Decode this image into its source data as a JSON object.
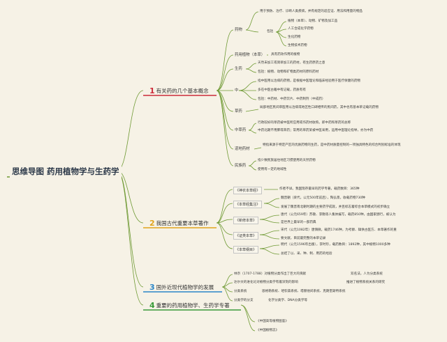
{
  "title": "思维导图 药用植物学与生药学",
  "colors": {
    "b1": "#cc2a39",
    "b2": "#e0a31b",
    "b3": "#2a86c8",
    "b4": "#3a9a3a",
    "line": "#6f9a34"
  },
  "branches": [
    {
      "num": "1",
      "label": "有关药的几个基本概念"
    },
    {
      "num": "2",
      "label": "我国古代重要本草著作"
    },
    {
      "num": "3",
      "label": "国外近现代植物学的发展"
    },
    {
      "num": "4",
      "label": "重要的药用植物学、生药学专著"
    }
  ],
  "b1": {
    "yao": {
      "label": "药物",
      "use": "用于预防、治疗、诊断人类疾病，并有规定的适应证、用法和用量的物品",
      "include": "包括",
      "items": [
        "植物（本草）、动物、矿物及加工品",
        "人工合成化学药物",
        "生化药物",
        "生物技术药物"
      ]
    },
    "yyzw": {
      "label": "药用植物（本草）",
      "desc": "具有药效作用的植物"
    },
    "shengyao": {
      "label": "生药",
      "items": [
        "天然未加工或简单加工的药材，有生药原药之意",
        "包括：植物、动物和矿物类药材的原料药材"
      ]
    },
    "zhong": {
      "label": "中",
      "items": [
        "指中医用以治病的药物，是根据中医理论和临床经验用于医疗保健的药物",
        "多在中医古籍中有记载，药质有有",
        "包括：中药材、中药饮片、中药制剂（中成药）"
      ]
    },
    "caoyao": {
      "label": "草药",
      "desc": "局部地区民间草医用以治病或地区性口碑相传的民间药，其中也有基本草记载的药物"
    },
    "zhongcaoyao": {
      "label": "中草药",
      "items": [
        "行政较好的草药被中医所应用或作药材收购，即中药和草药的总称",
        "中药北期不用肺或草药；常用的草药某被中医采用，运用中医理论指导，亦为中药"
      ]
    },
    "daodi": {
      "label": "道地药材",
      "desc": "特指来源于特定产区的优质药物的生药，是中药材质量控制的一项独具特色的综合判别标准的体现"
    },
    "minzu": {
      "label": "民族药",
      "items": [
        "指少数民族居住地区习惯使用的天然药物",
        "使用有一定的地域性"
      ]
    }
  },
  "b2": [
    {
      "label": "《神农本草经》",
      "lines": [
        "作者不详。我国现存最早的药学专著，载药数目：365种"
      ]
    },
    {
      "label": "《本草经集注》",
      "lines": [
        "魏晋朝（梁代，公元500年前后），陶弘景，收载药物730种",
        "发展了魏晋南北朝时期的主要药学成就，并且标志着综合本草模式的初步确立"
      ]
    },
    {
      "label": "《新修本草》",
      "lines": [
        "唐代（公元659年）苏敬、李勣等人集体编写，载药850种，由国家颁行，被认为",
        "是世界上最早的一部药典"
      ]
    },
    {
      "label": "《证类本草》",
      "lines": [
        "宋代（公元1082年）唐慎微，载药1746种，为考察、辑佚古医方、本草著作的重",
        "要文献，目前最完整的本草记录"
      ]
    },
    {
      "label": "《本草纲目》",
      "lines": [
        "明代（公元1596年出版），李时珍，载药数目：1892种，其中植物1000多种",
        "总结了以、采、种、制、用药的经验"
      ]
    }
  ],
  "b3": [
    {
      "label": "林奈（1707-1788）对植物分类作出了巨大的贡献",
      "extra": "双名法，人为分类系统"
    },
    {
      "label": "达尔文的进化论对植物分类学有着深刻的影响",
      "extra": "推进了植物系统关系的研究"
    },
    {
      "label": "分类系统",
      "extra": "恩格勒系统、哈钦森系统、塔赫他间系统、克朗奎斯特系统"
    },
    {
      "label": "分类学的分支",
      "extra": "化学分类学、DNA分类学等"
    }
  ],
  "b4": [
    "《中国高等植物图鉴》",
    "《中国植物志》"
  ]
}
